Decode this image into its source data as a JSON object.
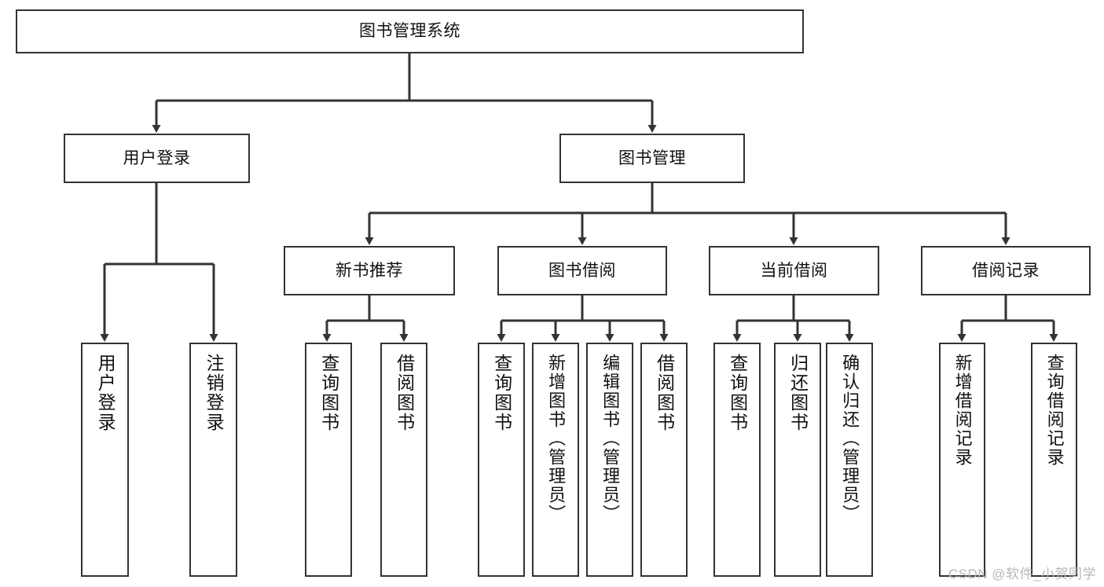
{
  "diagram": {
    "type": "tree-hierarchy",
    "title": "图书管理系统",
    "root": {
      "id": "root",
      "label": "图书管理系统"
    },
    "level2": [
      {
        "id": "user-login",
        "label": "用户登录"
      },
      {
        "id": "book-manage",
        "label": "图书管理"
      }
    ],
    "level3": [
      {
        "id": "new-book-rec",
        "label": "新书推荐",
        "parent": "book-manage"
      },
      {
        "id": "book-borrow",
        "label": "图书借阅",
        "parent": "book-manage"
      },
      {
        "id": "current-borrow",
        "label": "当前借阅",
        "parent": "book-manage"
      },
      {
        "id": "borrow-record",
        "label": "借阅记录",
        "parent": "book-manage"
      }
    ],
    "leaves": [
      {
        "id": "leaf-user-login",
        "label": "用户登录",
        "parent": "user-login"
      },
      {
        "id": "leaf-logout-login",
        "label": "注销登录",
        "parent": "user-login"
      },
      {
        "id": "leaf-query-book-1",
        "label": "查询图书",
        "parent": "new-book-rec"
      },
      {
        "id": "leaf-borrow-book-1",
        "label": "借阅图书",
        "parent": "new-book-rec"
      },
      {
        "id": "leaf-query-book-2",
        "label": "查询图书",
        "parent": "book-borrow"
      },
      {
        "id": "leaf-add-book",
        "label": "新增图书（管理员）",
        "parent": "book-borrow"
      },
      {
        "id": "leaf-edit-book",
        "label": "编辑图书（管理员）",
        "parent": "book-borrow"
      },
      {
        "id": "leaf-borrow-book-2",
        "label": "借阅图书",
        "parent": "book-borrow"
      },
      {
        "id": "leaf-query-book-3",
        "label": "查询图书",
        "parent": "current-borrow"
      },
      {
        "id": "leaf-return-book",
        "label": "归还图书",
        "parent": "current-borrow"
      },
      {
        "id": "leaf-confirm-return",
        "label": "确认归还（管理员）",
        "parent": "current-borrow"
      },
      {
        "id": "leaf-add-record",
        "label": "新增借阅记录",
        "parent": "borrow-record"
      },
      {
        "id": "leaf-query-record",
        "label": "查询借阅记录",
        "parent": "borrow-record"
      }
    ],
    "colors": {
      "stroke": "#333333",
      "fill": "#ffffff",
      "text": "#111111",
      "watermark": "#b8b8b8"
    }
  },
  "watermark": {
    "text": "CSDN @软件_小贺同学"
  }
}
